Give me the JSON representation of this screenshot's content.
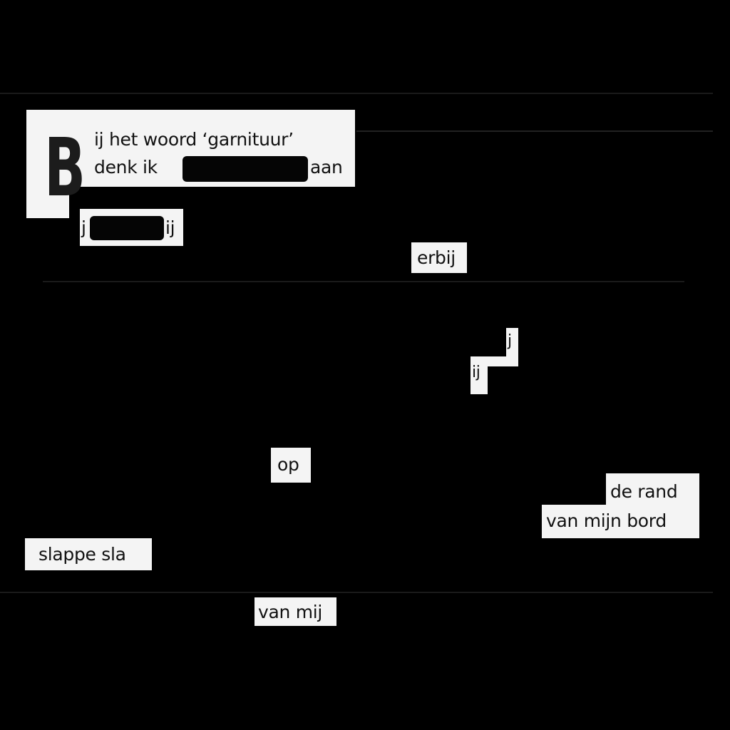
{
  "intro": {
    "drop_cap": "B",
    "line1": "ij het woord ‘garnituur’",
    "line2_before": "denk ik",
    "line2_after": "aan"
  },
  "fragments": {
    "j_left": "j",
    "ij_right": "ij",
    "erbij": "erbij",
    "j_upper": "j",
    "ij_lower": "ij",
    "op": "op",
    "de_rand": "de rand",
    "van_mijn_bord": "van mijn bord",
    "slappe_sla": "slappe sla",
    "van_mij": "van mij"
  }
}
